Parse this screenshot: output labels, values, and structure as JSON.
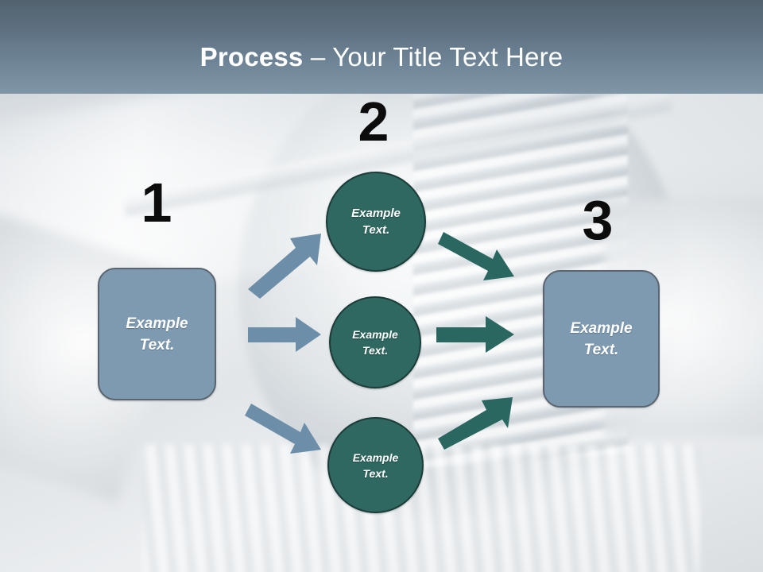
{
  "slide": {
    "title_bold": "Process",
    "title_rest": " – Your Title Text Here",
    "background_description": "blurred gray machinery gears photo"
  },
  "colors": {
    "header_top": "#52626f",
    "header_bottom": "#8096a6",
    "box_fill": "#7e9ab1",
    "box_border": "#5b6570",
    "circle_fill": "#2f6761",
    "circle_border": "#1b3c38",
    "arrow_blue": "#6d8ea8",
    "arrow_teal": "#2b6761",
    "number_color": "#0c0c0c",
    "label_text": "#ffffff"
  },
  "steps": [
    {
      "number": "1",
      "label": "Example\nText.",
      "label_line1": "Example",
      "label_line2": "Text."
    },
    {
      "number": "2",
      "label": "Example\nText.",
      "label_line1": "Example",
      "label_line2": "Text."
    },
    {
      "number": "3",
      "label": "Example\nText.",
      "label_line1": "Example",
      "label_line2": "Text."
    }
  ],
  "stage_two_nodes": [
    {
      "label_line1": "Example",
      "label_line2": "Text."
    },
    {
      "label_line1": "Example",
      "label_line2": "Text."
    },
    {
      "label_line1": "Example",
      "label_line2": "Text."
    }
  ],
  "connectors": [
    {
      "name": "box1-to-circle1",
      "color": "#6d8ea8",
      "direction": "up-right"
    },
    {
      "name": "box1-to-circle2",
      "color": "#6d8ea8",
      "direction": "right"
    },
    {
      "name": "box1-to-circle3",
      "color": "#6d8ea8",
      "direction": "down-right"
    },
    {
      "name": "circle1-to-box3",
      "color": "#2b6761",
      "direction": "down-right"
    },
    {
      "name": "circle2-to-box3",
      "color": "#2b6761",
      "direction": "right"
    },
    {
      "name": "circle3-to-box3",
      "color": "#2b6761",
      "direction": "up-right"
    }
  ]
}
